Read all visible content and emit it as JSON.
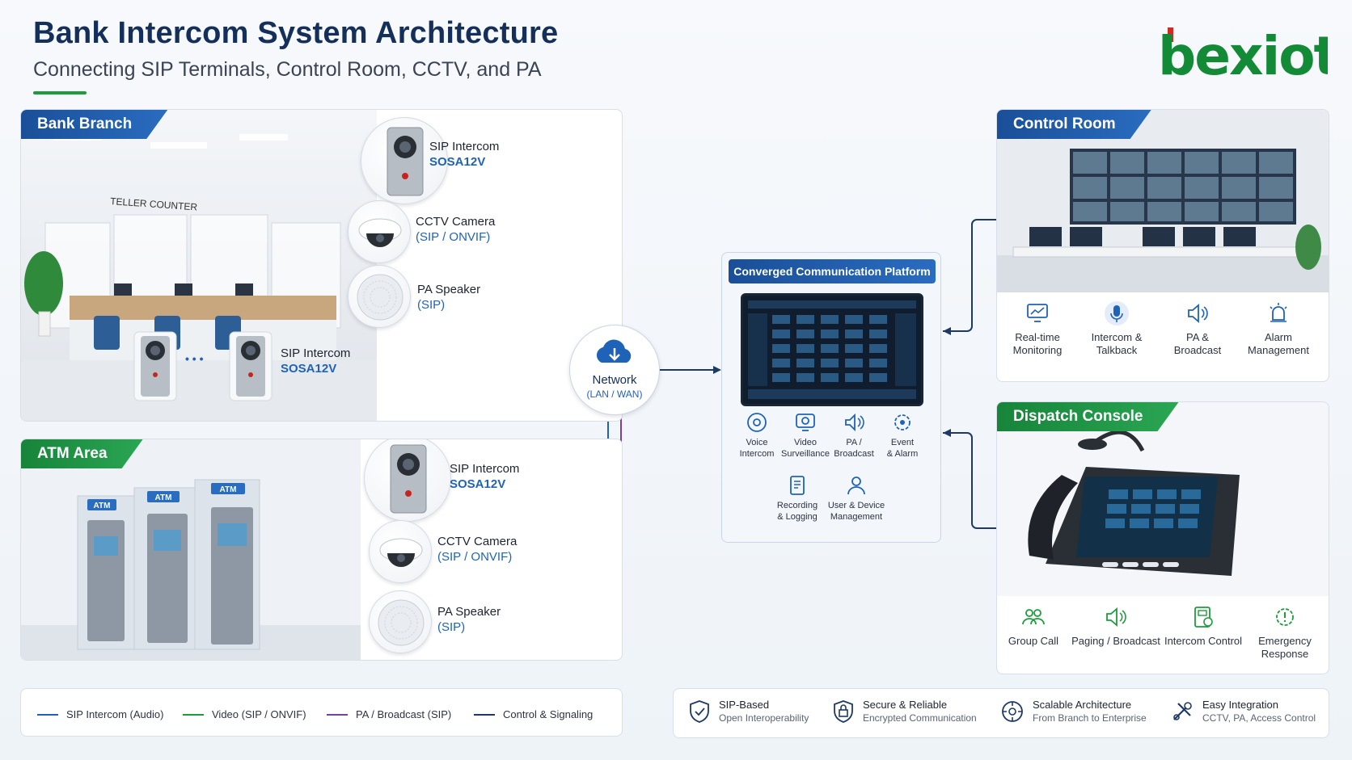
{
  "header": {
    "title": "Bank Intercom System Architecture",
    "subtitle": "Connecting SIP Terminals, Control Room, CCTV, and PA",
    "logo_text": "bexiot"
  },
  "colors": {
    "navy": "#14305a",
    "blue": "#1f63b8",
    "green": "#1c9d3c",
    "purple": "#7b3fa0",
    "dark": "#1e3a64"
  },
  "branch": {
    "tab": "Bank Branch",
    "scene_sign": "TELLER COUNTER",
    "ellipsis": "• • •",
    "devices": [
      {
        "name": "SIP Intercom",
        "model": "SOSA12V"
      },
      {
        "name": "CCTV Camera",
        "model": "(SIP / ONVIF)"
      },
      {
        "name": "PA Speaker",
        "model": "(SIP)"
      },
      {
        "name": "SIP Intercom",
        "model": "SOSA12V"
      }
    ]
  },
  "atm": {
    "tab": "ATM Area",
    "sign": "ATM",
    "devices": [
      {
        "name": "SIP Intercom",
        "model": "SOSA12V"
      },
      {
        "name": "CCTV Camera",
        "model": "(SIP / ONVIF)"
      },
      {
        "name": "PA Speaker",
        "model": "(SIP)"
      }
    ]
  },
  "network": {
    "label": "Network",
    "sub": "(LAN / WAN)",
    "icon": "cloud-network-icon"
  },
  "platform": {
    "title": "Converged Communication Platform",
    "features": [
      {
        "label1": "Voice",
        "label2": "Intercom",
        "icon": "voice-intercom-icon"
      },
      {
        "label1": "Video",
        "label2": "Surveillance",
        "icon": "video-surveillance-icon"
      },
      {
        "label1": "PA /",
        "label2": "Broadcast",
        "icon": "speaker-icon"
      },
      {
        "label1": "Event",
        "label2": "& Alarm",
        "icon": "gear-alarm-icon"
      },
      {
        "label1": "Recording",
        "label2": "& Logging",
        "icon": "recording-icon"
      },
      {
        "label1": "User & Device",
        "label2": "Management",
        "icon": "user-icon"
      }
    ]
  },
  "control_room": {
    "tab": "Control Room",
    "features": [
      {
        "label1": "Real-time",
        "label2": "Monitoring",
        "icon": "monitor-icon"
      },
      {
        "label1": "Intercom &",
        "label2": "Talkback",
        "icon": "microphone-icon"
      },
      {
        "label1": "PA &",
        "label2": "Broadcast",
        "icon": "speaker-icon"
      },
      {
        "label1": "Alarm",
        "label2": "Management",
        "icon": "alarm-icon"
      }
    ]
  },
  "dispatch": {
    "tab": "Dispatch Console",
    "features": [
      {
        "label1": "Group Call",
        "label2": "",
        "icon": "group-icon"
      },
      {
        "label1": "Paging / Broadcast",
        "label2": "",
        "icon": "speaker-icon"
      },
      {
        "label1": "Intercom Control",
        "label2": "",
        "icon": "intercom-control-icon"
      },
      {
        "label1": "Emergency",
        "label2": "Response",
        "icon": "emergency-icon"
      }
    ]
  },
  "legend": [
    {
      "label": "SIP Intercom (Audio)",
      "color": "#1f63b8"
    },
    {
      "label": "Video (SIP / ONVIF)",
      "color": "#1c9d3c"
    },
    {
      "label": "PA / Broadcast (SIP)",
      "color": "#7b3fa0"
    },
    {
      "label": "Control & Signaling",
      "color": "#1e3a64"
    }
  ],
  "benefits": [
    {
      "title": "SIP-Based",
      "sub": "Open Interoperability",
      "icon": "shield-check-icon"
    },
    {
      "title": "Secure & Reliable",
      "sub": "Encrypted Communication",
      "icon": "shield-lock-icon"
    },
    {
      "title": "Scalable Architecture",
      "sub": "From Branch to Enterprise",
      "icon": "scalable-icon"
    },
    {
      "title": "Easy Integration",
      "sub": "CCTV, PA, Access Control",
      "icon": "tools-icon"
    }
  ]
}
